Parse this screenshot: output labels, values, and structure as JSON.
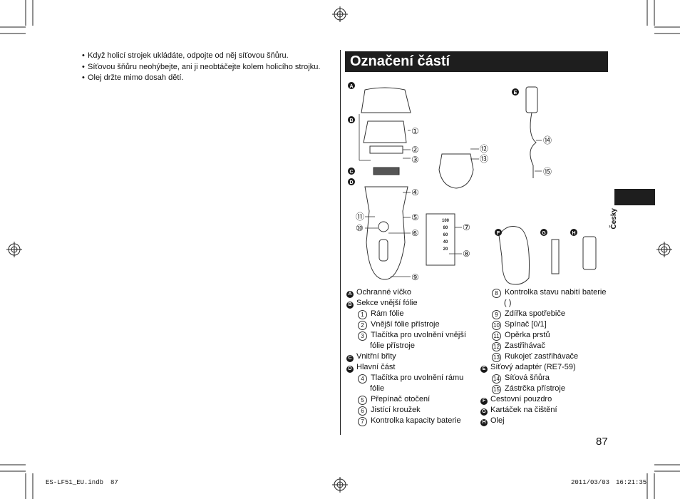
{
  "bullets": [
    "Když holicí strojek ukládáte, odpojte od něj síťovou šňůru.",
    "Síťovou šňůru neohýbejte, ani ji neobtáčejte kolem holicího strojku.",
    "Olej držte mimo dosah dětí."
  ],
  "section_title": "Označení částí",
  "diagram": {
    "letters": [
      "A",
      "B",
      "C",
      "D",
      "E",
      "F",
      "G",
      "H"
    ],
    "numbers": [
      "①",
      "②",
      "③",
      "④",
      "⑤",
      "⑥",
      "⑦",
      "⑧",
      "⑨",
      "⑩",
      "⑪",
      "⑫",
      "⑬",
      "⑭",
      "⑮"
    ],
    "battery_levels": [
      "100",
      "80",
      "60",
      "40",
      "20"
    ]
  },
  "legend_left": [
    {
      "mark": "A",
      "text": "Ochranné víčko"
    },
    {
      "mark": "B",
      "text": "Sekce vnější fólie"
    },
    {
      "num": "1",
      "text": "Rám fólie"
    },
    {
      "num": "2",
      "text": "Vnější fólie přístroje"
    },
    {
      "num": "3",
      "text": "Tlačítka pro uvolnění vnější"
    },
    {
      "cont": true,
      "text": "fólie přístroje"
    },
    {
      "mark": "C",
      "text": "Vnitřní břity"
    },
    {
      "mark": "D",
      "text": "Hlavní část"
    },
    {
      "num": "4",
      "text": "Tlačítka pro uvolnění rámu"
    },
    {
      "cont": true,
      "text": "fólie"
    },
    {
      "num": "5",
      "text": "Přepínač otočení"
    },
    {
      "num": "6",
      "text": "Jistící kroužek"
    },
    {
      "num": "7",
      "text": "Kontrolka kapacity baterie"
    }
  ],
  "legend_right": [
    {
      "num": "8",
      "text": "Kontrolka stavu nabití baterie"
    },
    {
      "cont": true,
      "text": "( )"
    },
    {
      "num": "9",
      "text": "Zdířka spotřebiče"
    },
    {
      "num": "10",
      "text": "Spínač [0/1]"
    },
    {
      "num": "11",
      "text": "Opěrka prstů"
    },
    {
      "num": "12",
      "text": "Zastřihávač"
    },
    {
      "num": "13",
      "text": "Rukojeť zastřihávače"
    },
    {
      "mark": "E",
      "text": "Síťový adaptér (RE7-59)"
    },
    {
      "num": "14",
      "text": "Síťová šňůra"
    },
    {
      "num": "15",
      "text": "Zástrčka přístroje"
    },
    {
      "mark": "F",
      "text": "Cestovní pouzdro"
    },
    {
      "mark": "G",
      "text": "Kartáček na čištění"
    },
    {
      "mark": "H",
      "text": "Olej"
    }
  ],
  "page_number": "87",
  "language_tab": "Česky",
  "footer": {
    "file": "ES-LF51_EU.indb",
    "page": "87",
    "date": "2011/03/03",
    "time": "16:21:35"
  }
}
